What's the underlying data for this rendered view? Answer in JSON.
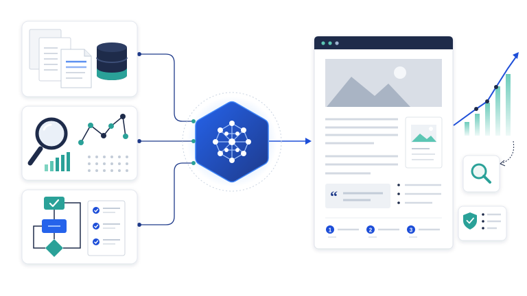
{
  "colors": {
    "navy": "#1e2b4a",
    "blue": "#1d4ed8",
    "blue_light": "#3b82f6",
    "teal": "#2aa198",
    "teal_light": "#5cc6b4",
    "gray_line": "#cfd6df",
    "gray_panel": "#d9dee6",
    "card_border": "#e3e7ee"
  },
  "icons": {
    "documents": "document-stack-icon",
    "database": "database-icon",
    "magnifier": "magnifier-icon",
    "line_chart": "line-chart-icon",
    "bar_chart": "bar-chart-icon",
    "flowchart": "flowchart-icon",
    "checklist": "checklist-icon",
    "ai_core": "neural-network-hexagon-icon",
    "image_placeholder": "image-placeholder-icon",
    "quote": "quote-icon",
    "growth_chart": "growth-chart-icon",
    "search_badge": "search-icon",
    "shield": "shield-check-icon"
  },
  "report": {
    "quote_mark": "“",
    "steps": [
      "1",
      "2",
      "3"
    ]
  }
}
